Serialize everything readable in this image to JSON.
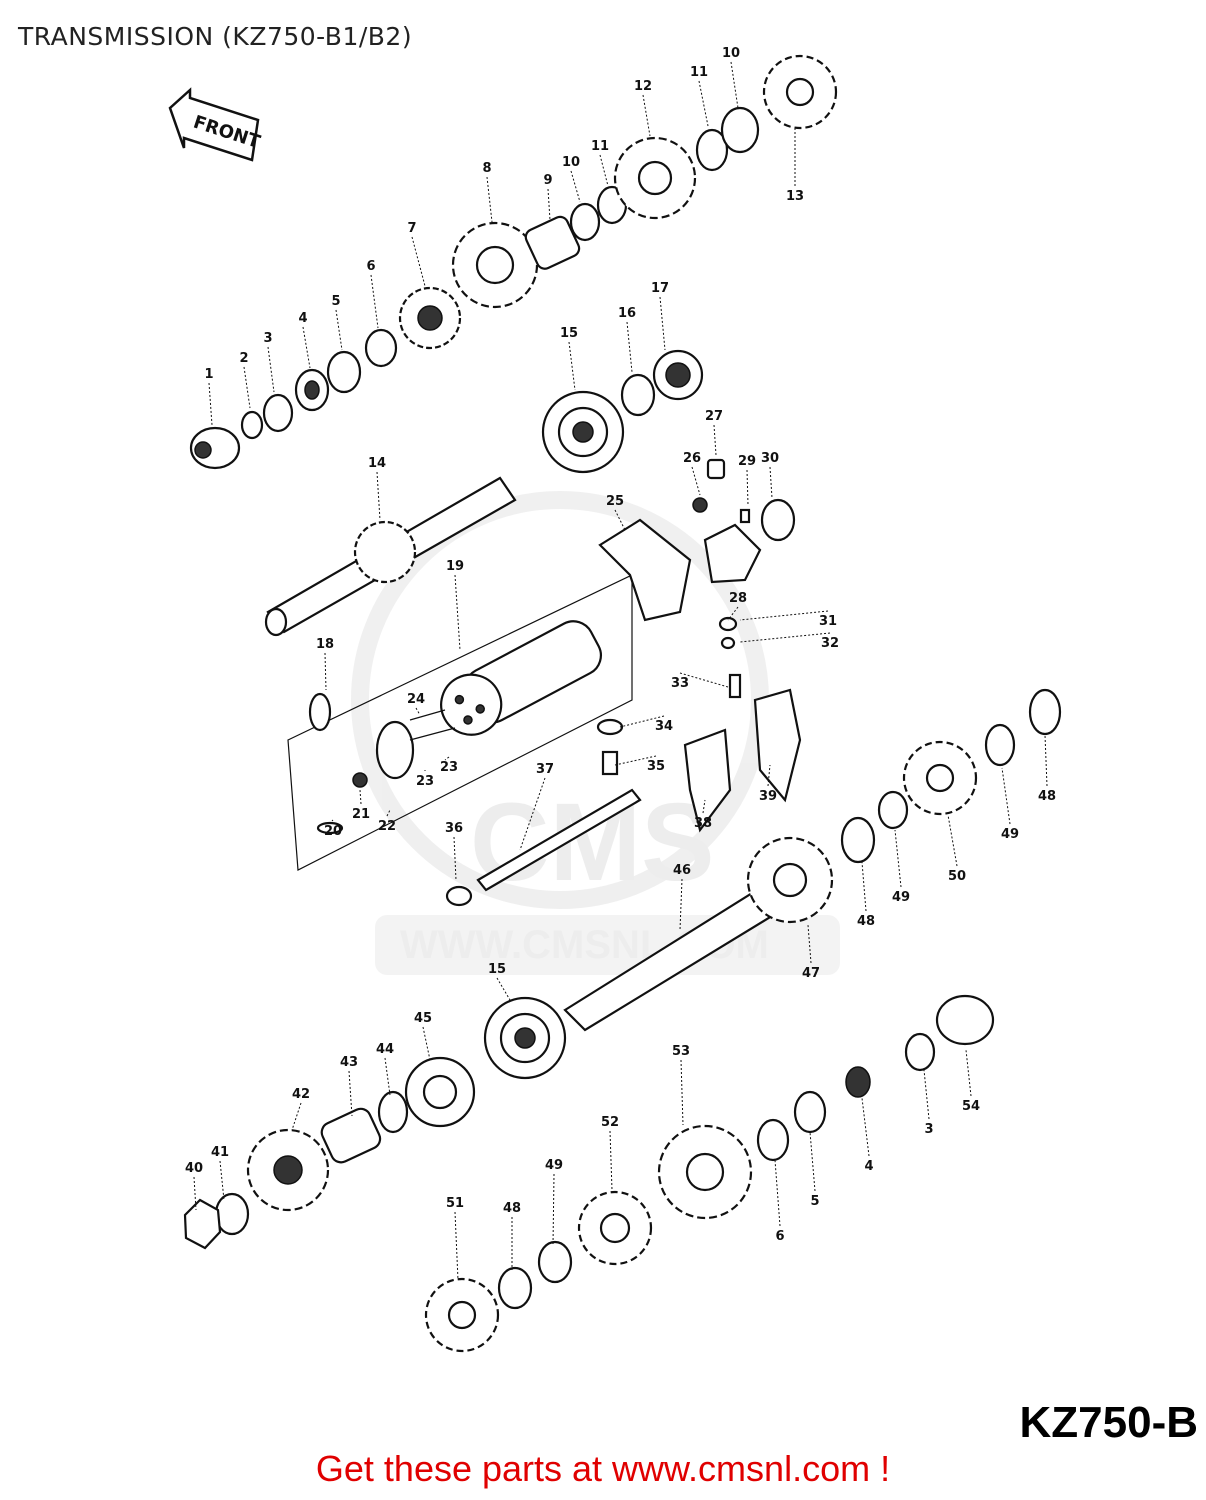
{
  "page": {
    "title": "TRANSMISSION (KZ750-B1/B2)",
    "model_label": "KZ750-B",
    "footer_link": "Get these parts at www.cmsnl.com !"
  },
  "diagram": {
    "front_arrow_label": "FRONT",
    "watermark": {
      "logo_text": "CMS",
      "url_text": "WWW.CMSNL.COM"
    },
    "callouts": [
      "1",
      "2",
      "3",
      "4",
      "5",
      "6",
      "7",
      "8",
      "9",
      "10",
      "10",
      "11",
      "11",
      "12",
      "13",
      "14",
      "15",
      "15",
      "16",
      "17",
      "18",
      "19",
      "20",
      "21",
      "22",
      "23",
      "23",
      "24",
      "25",
      "26",
      "27",
      "28",
      "29",
      "30",
      "31",
      "32",
      "33",
      "34",
      "35",
      "36",
      "37",
      "38",
      "39",
      "40",
      "41",
      "42",
      "43",
      "44",
      "45",
      "46",
      "47",
      "48",
      "48",
      "48",
      "49",
      "49",
      "49",
      "50",
      "51",
      "52",
      "53",
      "3",
      "4",
      "5",
      "6",
      "54"
    ]
  },
  "colors": {
    "footer_link": "#e00000",
    "ink": "#111111",
    "watermark": "#ececec"
  }
}
